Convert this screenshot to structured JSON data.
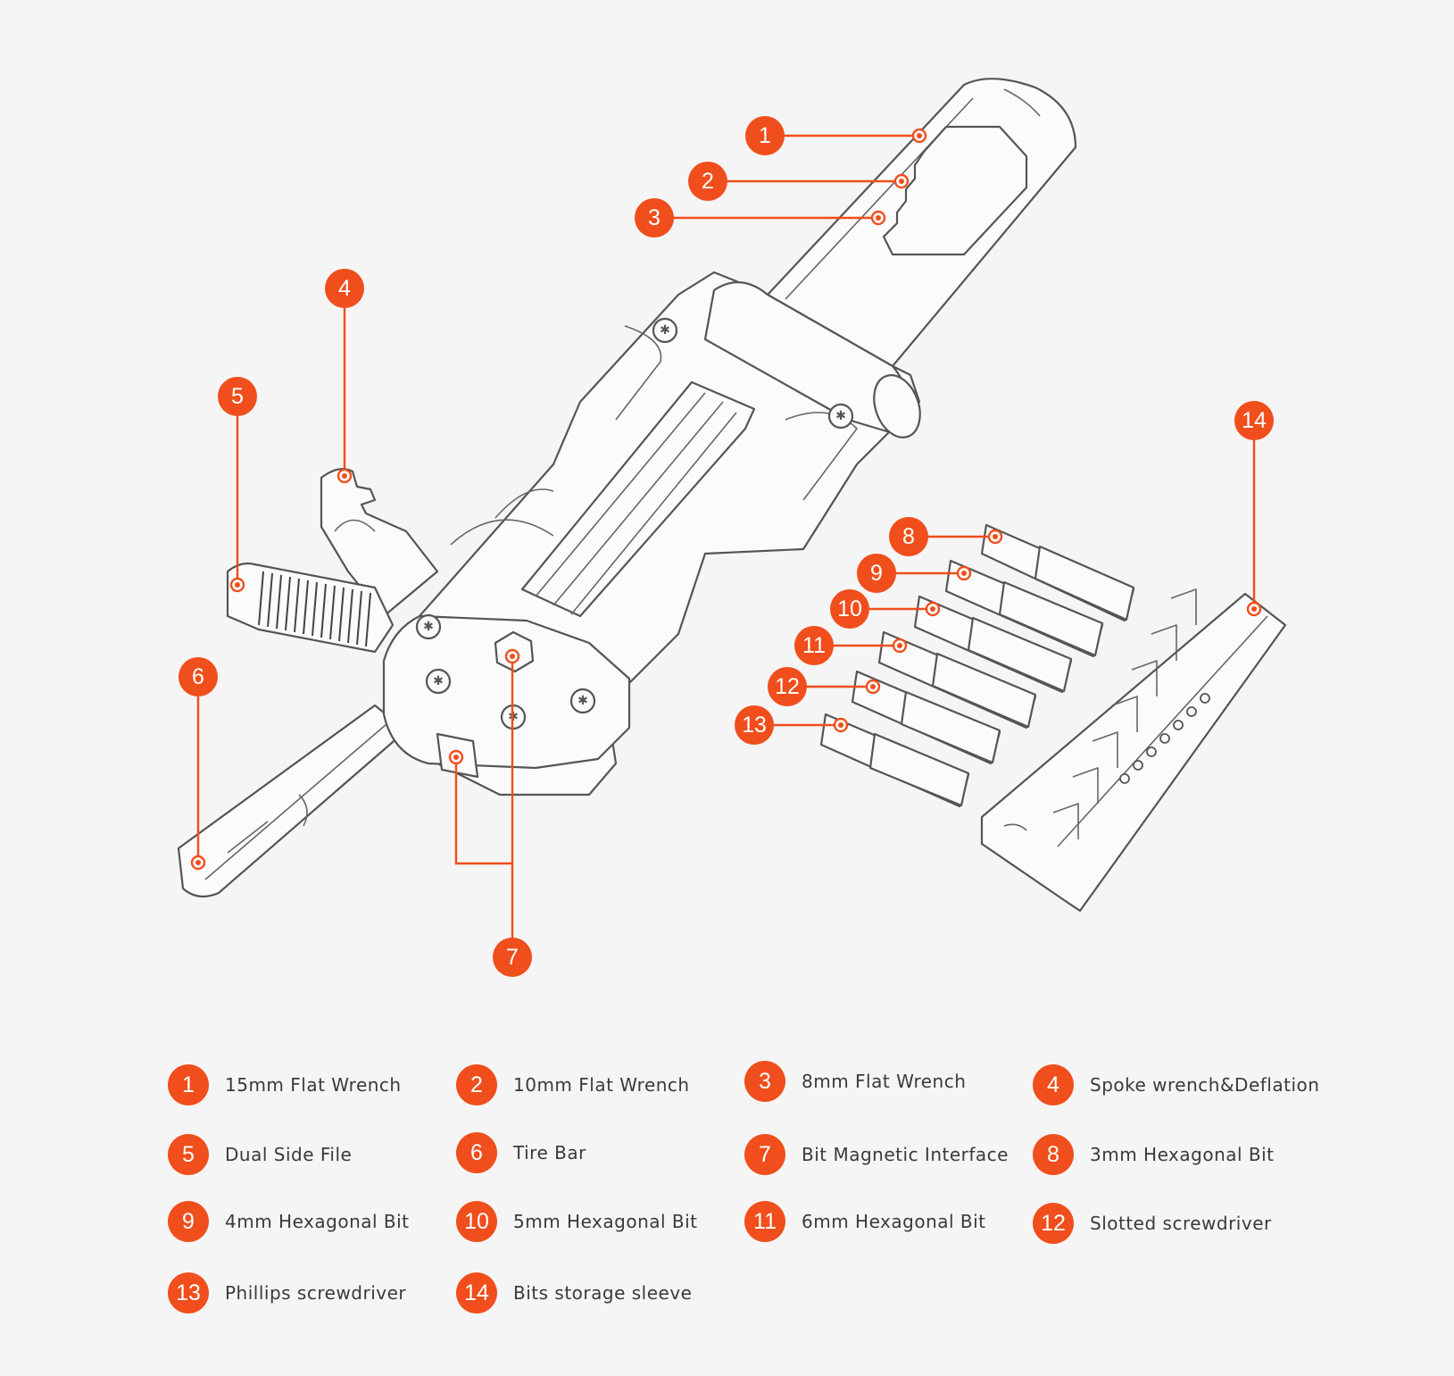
{
  "callouts": [
    {
      "num": "1",
      "label": "15mm Flat Wrench"
    },
    {
      "num": "2",
      "label": "10mm Flat Wrench"
    },
    {
      "num": "3",
      "label": "8mm Flat Wrench"
    },
    {
      "num": "4",
      "label": "Spoke wrench&Deflation"
    },
    {
      "num": "5",
      "label": "Dual Side File"
    },
    {
      "num": "6",
      "label": "Tire Bar"
    },
    {
      "num": "7",
      "label": "Bit Magnetic Interface"
    },
    {
      "num": "8",
      "label": "3mm Hexagonal Bit"
    },
    {
      "num": "9",
      "label": "4mm Hexagonal Bit"
    },
    {
      "num": "10",
      "label": "5mm Hexagonal Bit"
    },
    {
      "num": "11",
      "label": "6mm Hexagonal Bit"
    },
    {
      "num": "12",
      "label": "Slotted screwdriver"
    },
    {
      "num": "13",
      "label": "Phillips screwdriver"
    },
    {
      "num": "14",
      "label": "Bits storage sleeve"
    }
  ],
  "colors": {
    "accent": "#f04e1c",
    "line_art": "#555555",
    "background": "#f5f5f5"
  }
}
